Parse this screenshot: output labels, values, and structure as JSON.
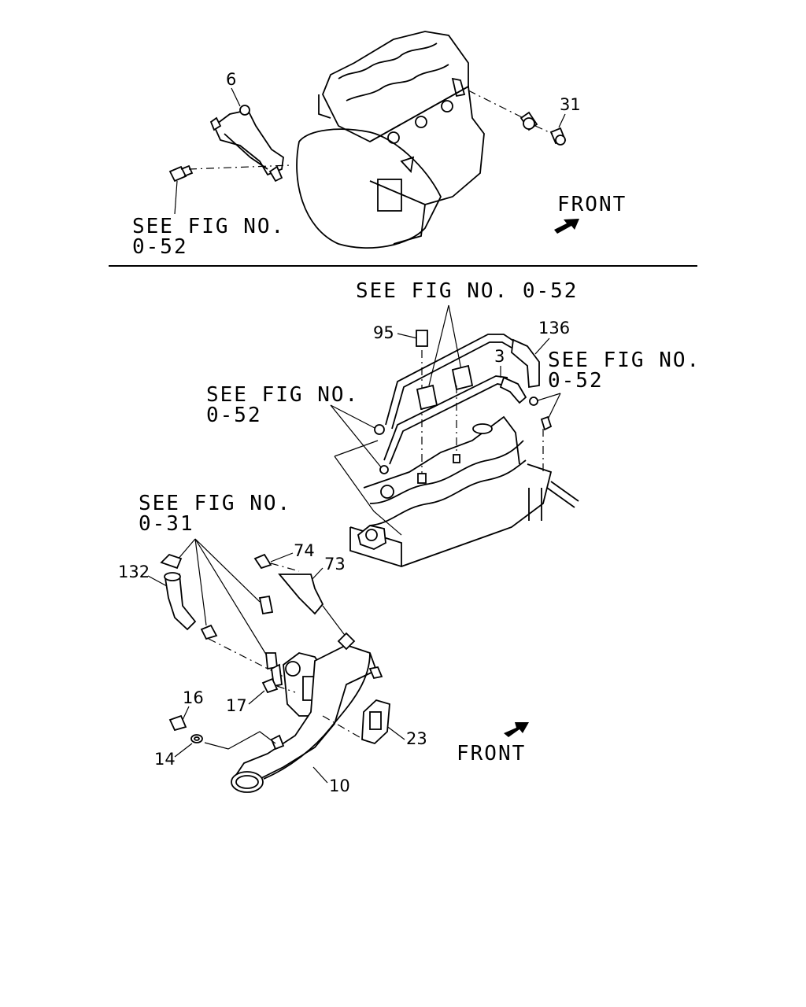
{
  "labels": {
    "see_fig_a_l1": "SEE FIG NO.",
    "see_fig_a_l2": "0-52",
    "front_top": "FRONT",
    "see_fig_b": "SEE FIG NO. 0-52",
    "see_fig_c_l1": "SEE FIG NO.",
    "see_fig_c_l2": "0-52",
    "see_fig_d_l1": "SEE FIG NO.",
    "see_fig_d_l2": "0-52",
    "see_fig_e_l1": "SEE FIG NO.",
    "see_fig_e_l2": "0-31",
    "front_bottom": "FRONT"
  },
  "callouts": {
    "p6": "6",
    "p31": "31",
    "p95": "95",
    "p136": "136",
    "p3": "3",
    "p132": "132",
    "p74": "74",
    "p73": "73",
    "p16": "16",
    "p17": "17",
    "p14": "14",
    "p23": "23",
    "p10": "10"
  }
}
